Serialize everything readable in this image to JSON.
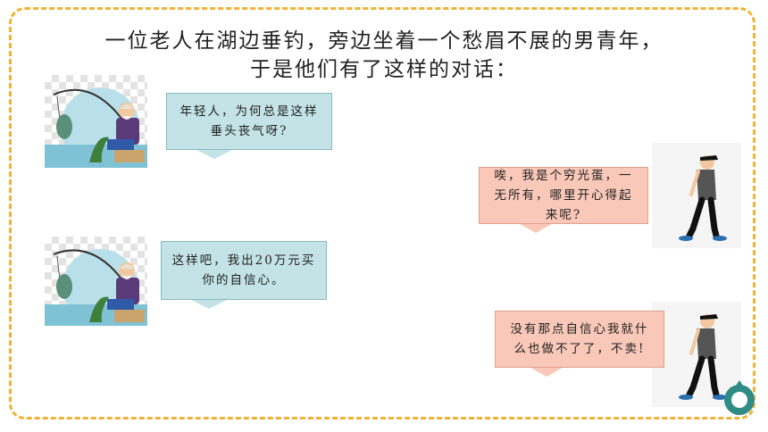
{
  "title": {
    "line1": "一位老人在湖边垂钓，旁边坐着一个愁眉不展的男青年，",
    "line2": "于是他们有了这样的对话："
  },
  "dialogue": [
    {
      "speaker": "old-man",
      "text": "年轻人，为何总是这样垂头丧气呀?"
    },
    {
      "speaker": "young-man",
      "text": "唉，我是个穷光蛋，一无所有，哪里开心得起来呢?"
    },
    {
      "speaker": "old-man",
      "text": "这样吧，我出20万元买你的自信心。"
    },
    {
      "speaker": "young-man",
      "text": "没有那点自信心我就什么也做不了了，不卖!"
    }
  ],
  "colors": {
    "frame_border": "#f2b233",
    "old_man_bubble": "#c3e3e6",
    "young_man_bubble": "#f9c8b8"
  }
}
